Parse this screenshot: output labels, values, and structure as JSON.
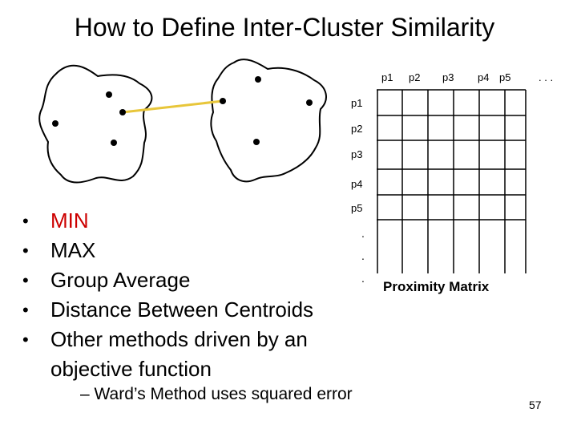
{
  "title": "How to Define Inter-Cluster Similarity",
  "matrix": {
    "column_headers": [
      "p1",
      "p2",
      "p3",
      "p4",
      "p5",
      ". . ."
    ],
    "row_headers": [
      "p1",
      "p2",
      "p3",
      "p4",
      "p5"
    ],
    "row_ellipsis": [
      ".",
      ".",
      "."
    ],
    "label": "Proximity Matrix"
  },
  "methods": {
    "items": [
      "MIN",
      "MAX",
      "Group Average",
      "Distance Between Centroids",
      "Other methods driven by an objective function"
    ],
    "min_color": "#cc0000",
    "sub_item": "– Ward’s Method uses squared error"
  },
  "connector_color": "#e8c63a",
  "page_number": "57"
}
